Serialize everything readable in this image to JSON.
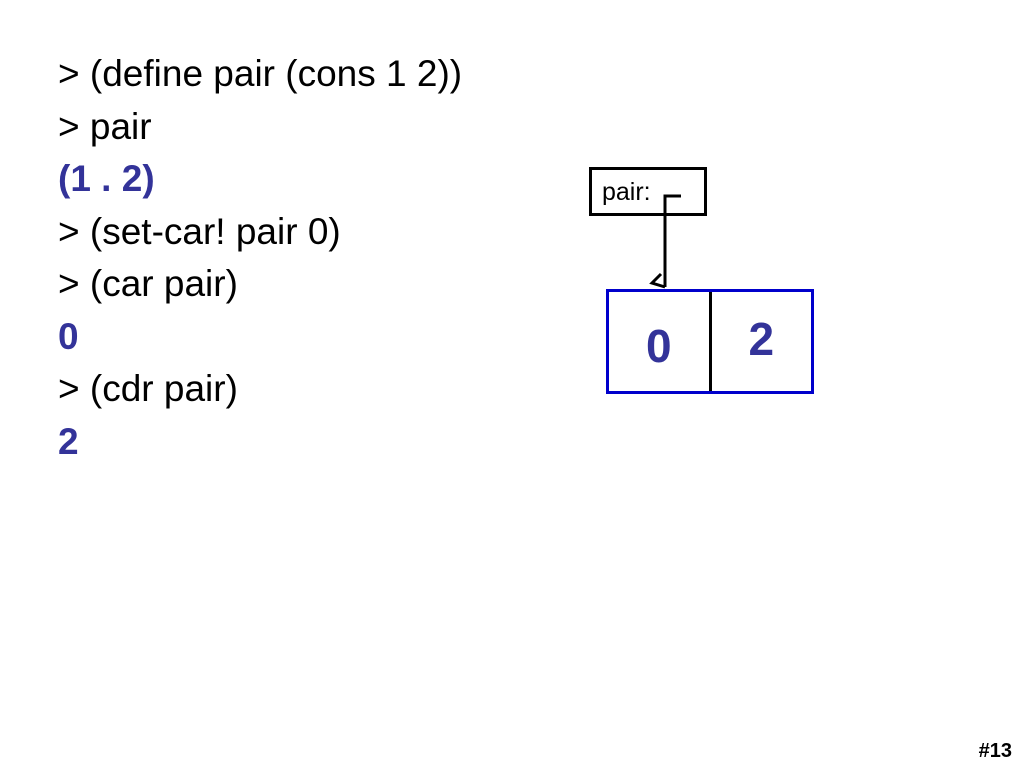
{
  "code_lines": [
    {
      "text": "> (define pair (cons 1 2))",
      "kind": "input"
    },
    {
      "text": "> pair",
      "kind": "input"
    },
    {
      "text": "(1 . 2)",
      "kind": "result"
    },
    {
      "text": "> (set-car! pair 0)",
      "kind": "input"
    },
    {
      "text": "> (car pair)",
      "kind": "input"
    },
    {
      "text": "0",
      "kind": "result"
    },
    {
      "text": "> (cdr pair)",
      "kind": "input"
    },
    {
      "text": "2",
      "kind": "result"
    }
  ],
  "diagram": {
    "binding_label": "pair:",
    "car_value": "0",
    "cdr_value": "2"
  },
  "slide_number": "#13",
  "colors": {
    "result_text": "#333399",
    "cell_border": "#0000cc",
    "pointer": "#000000"
  }
}
